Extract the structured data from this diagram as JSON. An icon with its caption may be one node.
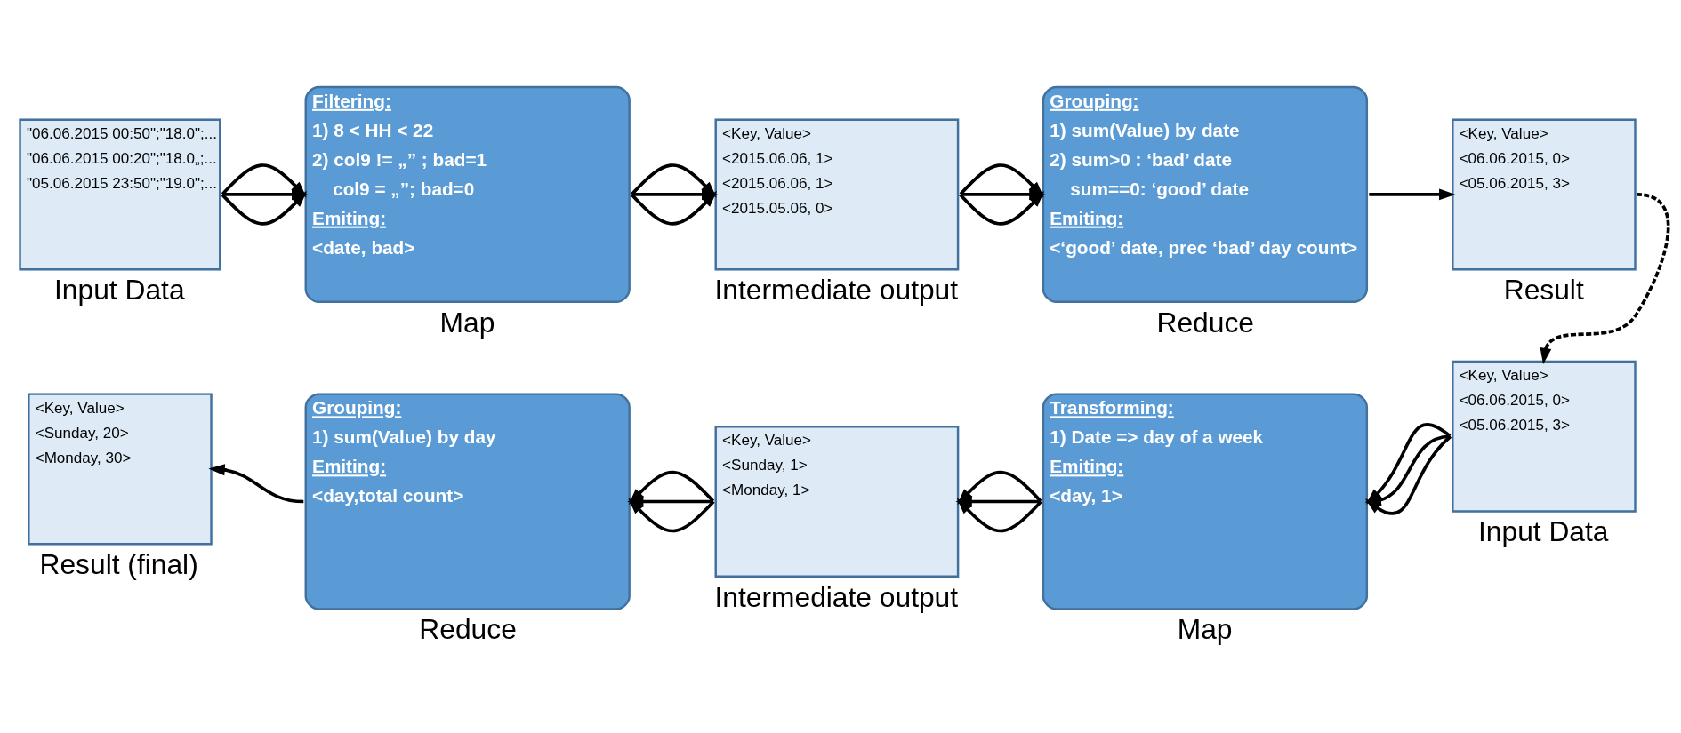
{
  "diagram": {
    "nodes": [
      {
        "text": [
          "\"06.06.2015 00:50\";\"18.0\";...",
          "\"06.06.2015 00:20\";\"18.0„;...",
          "\"05.06.2015 23:50\";\"19.0\";..."
        ],
        "beside": [
          "Input Data"
        ]
      },
      {
        "text": [
          "Filtering:",
          "1) 8 < HH < 22",
          "2) col9 != „” ; bad=1",
          "col9 = „”; bad=0",
          "Emiting:",
          "<date, bad>"
        ],
        "beside": [
          "Map"
        ]
      },
      {
        "text": [
          "<Key, Value>",
          "<2015.06.06, 1>",
          "<2015.06.06, 1>",
          "<2015.05.06, 0>"
        ],
        "beside": [
          "Intermediate output"
        ]
      },
      {
        "text": [
          "Grouping:",
          "1) sum(Value) by date",
          "2) sum>0 : ‘bad’ date",
          "sum==0: ‘good’ date",
          "Emiting:",
          "<‘good’ date, prec ‘bad’ day count>"
        ],
        "beside": [
          "Reduce"
        ]
      },
      {
        "text": [
          "<Key, Value>",
          "<06.06.2015, 0>",
          "<05.06.2015, 3>"
        ],
        "beside": [
          "Result"
        ]
      },
      {
        "text": [
          "<Key, Value>",
          "<06.06.2015, 0>",
          "<05.06.2015, 3>"
        ],
        "beside": [
          "Input Data"
        ]
      },
      {
        "text": [
          "Transforming:",
          "1) Date => day of a week",
          "Emiting:",
          "<day, 1>"
        ],
        "beside": [
          "Map"
        ]
      },
      {
        "text": [
          "<Key, Value>",
          "<Sunday, 1>",
          "<Monday, 1>"
        ],
        "beside": [
          "Intermediate output"
        ]
      },
      {
        "text": [
          "Grouping:",
          "1) sum(Value) by day",
          "Emiting:",
          "<day,total count>"
        ],
        "beside": [
          "Reduce"
        ]
      },
      {
        "text": [
          "<Key, Value>",
          "<Sunday, 20>",
          "<Monday, 30>"
        ],
        "beside": [
          "Result (final)"
        ]
      }
    ],
    "edges": [
      {
        "from": 0,
        "to": 1,
        "arrow": "to"
      },
      {
        "from": 0,
        "to": 1,
        "arrow": "to"
      },
      {
        "from": 0,
        "to": 1,
        "arrow": "to"
      },
      {
        "from": 1,
        "to": 2,
        "arrow": "to"
      },
      {
        "from": 1,
        "to": 2,
        "arrow": "to"
      },
      {
        "from": 1,
        "to": 2,
        "arrow": "to"
      },
      {
        "from": 2,
        "to": 3,
        "arrow": "to"
      },
      {
        "from": 2,
        "to": 3,
        "arrow": "to"
      },
      {
        "from": 2,
        "to": 3,
        "arrow": "to"
      },
      {
        "from": 3,
        "to": 4,
        "arrow": "to"
      },
      {
        "from": 4,
        "to": 5,
        "arrow": "to",
        "style": "dashed"
      },
      {
        "from": 5,
        "to": 6,
        "arrow": "to"
      },
      {
        "from": 5,
        "to": 6,
        "arrow": "to"
      },
      {
        "from": 5,
        "to": 6,
        "arrow": "to"
      },
      {
        "from": 6,
        "to": 7,
        "arrow": "to"
      },
      {
        "from": 6,
        "to": 7,
        "arrow": "to"
      },
      {
        "from": 6,
        "to": 7,
        "arrow": "to"
      },
      {
        "from": 7,
        "to": 8,
        "arrow": "to"
      },
      {
        "from": 7,
        "to": 8,
        "arrow": "to"
      },
      {
        "from": 7,
        "to": 8,
        "arrow": "to"
      },
      {
        "from": 8,
        "to": 9,
        "arrow": "to"
      }
    ]
  }
}
